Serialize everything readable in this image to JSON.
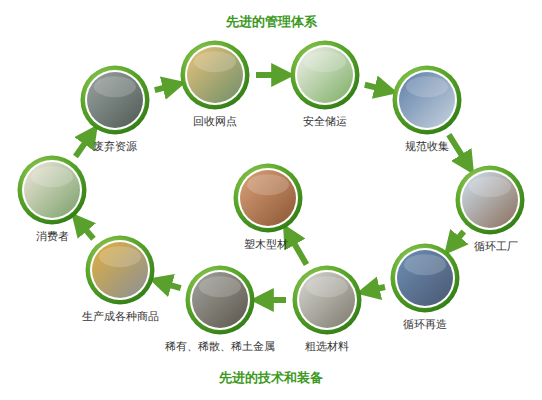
{
  "diagram": {
    "title": "先进的管理体系",
    "caption": "先进的技术和装备",
    "nodes": [
      {
        "text": [
          "废弃资源"
        ]
      },
      {
        "text": [
          "回收网点"
        ]
      },
      {
        "text": [
          "安全储运"
        ]
      },
      {
        "text": [
          "规范收集"
        ]
      },
      {
        "text": [
          "循环工厂"
        ]
      },
      {
        "text": [
          "循环再造"
        ]
      },
      {
        "text": [
          "粗选材料"
        ]
      },
      {
        "text": [
          "稀有、稀散、稀土金属"
        ]
      },
      {
        "text": [
          "生产成各种商品"
        ]
      },
      {
        "text": [
          "消费者"
        ]
      },
      {
        "text": [
          "塑木型材"
        ]
      }
    ],
    "edges": [
      {
        "from": 9,
        "to": 0,
        "arrow": "to"
      },
      {
        "from": 0,
        "to": 1,
        "arrow": "to"
      },
      {
        "from": 1,
        "to": 2,
        "arrow": "to"
      },
      {
        "from": 2,
        "to": 3,
        "arrow": "to"
      },
      {
        "from": 3,
        "to": 4,
        "arrow": "to"
      },
      {
        "from": 4,
        "to": 5,
        "arrow": "to"
      },
      {
        "from": 5,
        "to": 6,
        "arrow": "to"
      },
      {
        "from": 6,
        "to": 7,
        "arrow": "to"
      },
      {
        "from": 7,
        "to": 8,
        "arrow": "to"
      },
      {
        "from": 8,
        "to": 9,
        "arrow": "to"
      },
      {
        "from": 6,
        "to": 10,
        "arrow": "to"
      }
    ]
  }
}
